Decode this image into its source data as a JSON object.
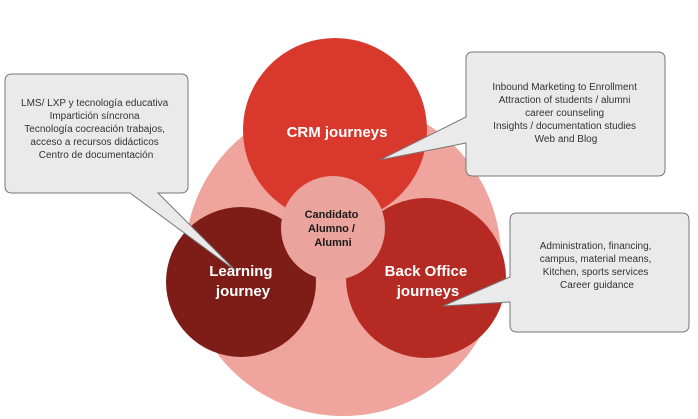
{
  "diagram": {
    "crm": {
      "lines": [
        "CRM journeys"
      ],
      "color": "#D9382C"
    },
    "learning": {
      "lines": [
        "Learning",
        "journey"
      ],
      "color": "#7E1D17"
    },
    "backoffice": {
      "lines": [
        "Back Office",
        "journeys"
      ],
      "color": "#B52A22"
    },
    "center": {
      "lines": [
        "Candidato",
        "Alumno /",
        "Alumni"
      ],
      "color": "#EBA39D"
    },
    "background_color": "#EFA49D"
  },
  "callouts": {
    "left": {
      "lines": [
        "LMS/ LXP y tecnología educativa",
        "Impartición síncrona",
        "Tecnología cocreación trabajos,",
        "acceso a recursos didácticos",
        "Centro de documentación"
      ]
    },
    "top_right": {
      "lines": [
        "Inbound Marketing to Enrollment",
        "Attraction of students / alumni",
        "career counseling",
        "Insights / documentation studies",
        "Web and Blog"
      ]
    },
    "bottom_right": {
      "lines": [
        "Administration, financing,",
        "campus, material means,",
        "Kitchen, sports services",
        "Career guidance"
      ]
    }
  }
}
